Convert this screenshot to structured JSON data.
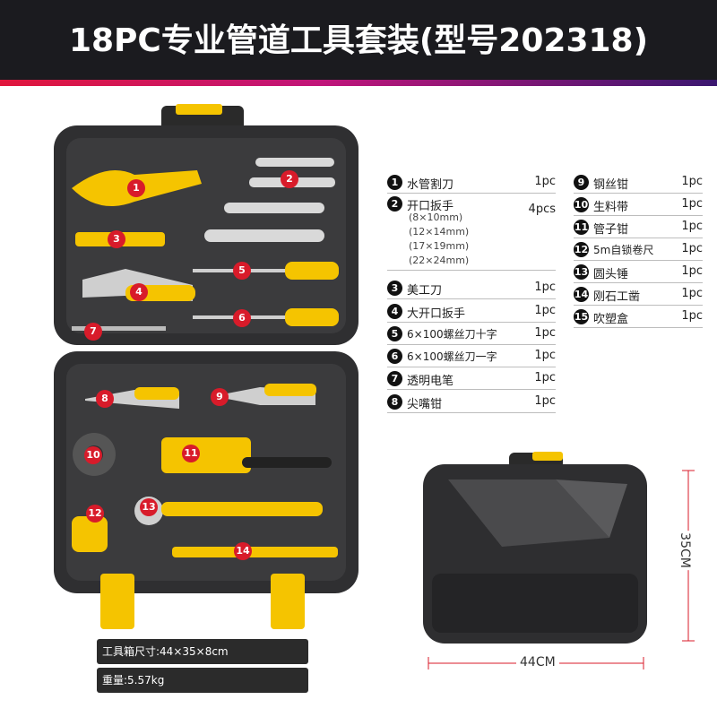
{
  "header": {
    "title": "18PC专业管道工具套装(型号202318)"
  },
  "specs": {
    "size": "工具箱尺寸:44×35×8cm",
    "weight": "重量:5.57kg"
  },
  "dimensions": {
    "width": "44CM",
    "height": "35CM"
  },
  "left_list": [
    {
      "num": "1",
      "name": "水管割刀",
      "qty": "1pc"
    },
    {
      "num": "2",
      "name": "开口扳手",
      "qty": "4pcs",
      "sizes": [
        "(8×10mm)",
        "(12×14mm)",
        "(17×19mm)",
        "(22×24mm)"
      ]
    },
    {
      "num": "3",
      "name": "美工刀",
      "qty": "1pc"
    },
    {
      "num": "4",
      "name": "大开口扳手",
      "qty": "1pc"
    },
    {
      "num": "5",
      "name": "6×100螺丝刀十字",
      "qty": "1pc"
    },
    {
      "num": "6",
      "name": "6×100螺丝刀一字",
      "qty": "1pc"
    },
    {
      "num": "7",
      "name": "透明电笔",
      "qty": "1pc"
    },
    {
      "num": "8",
      "name": "尖嘴钳",
      "qty": "1pc"
    }
  ],
  "right_list": [
    {
      "num": "9",
      "name": "钢丝钳",
      "qty": "1pc"
    },
    {
      "num": "10",
      "name": "生料带",
      "qty": "1pc"
    },
    {
      "num": "11",
      "name": "管子钳",
      "qty": "1pc"
    },
    {
      "num": "12",
      "name": "5m自锁卷尺",
      "qty": "1pc"
    },
    {
      "num": "13",
      "name": "圆头锤",
      "qty": "1pc"
    },
    {
      "num": "14",
      "name": "刚石工凿",
      "qty": "1pc"
    },
    {
      "num": "15",
      "name": "吹塑盒",
      "qty": "1pc"
    }
  ],
  "tool_badges": [
    "1",
    "2",
    "3",
    "4",
    "5",
    "6",
    "7",
    "8",
    "9",
    "10",
    "11",
    "12",
    "13",
    "14"
  ],
  "colors": {
    "header_bg": "#1b1b1f",
    "accent_yellow": "#f5c400",
    "badge_red": "#d81b2a",
    "case_dark": "#2e2e30"
  }
}
